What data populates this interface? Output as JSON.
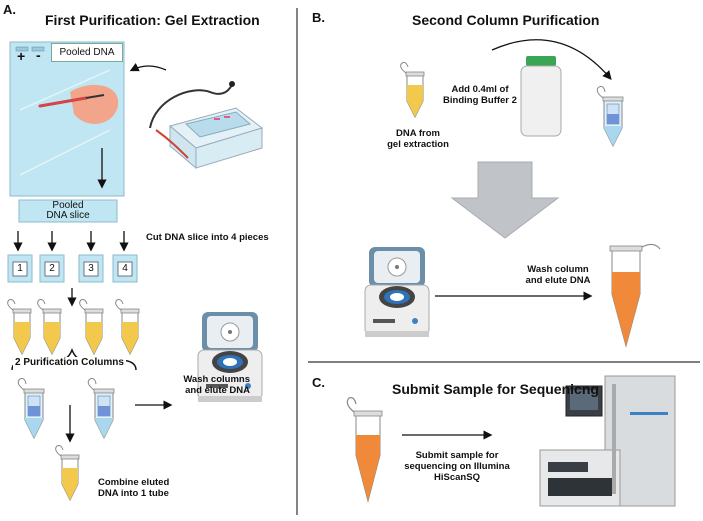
{
  "panels": {
    "a": {
      "letter": "A.",
      "title": "First Purification: Gel Extraction"
    },
    "b": {
      "letter": "B.",
      "title": "Second Column Purification"
    },
    "c": {
      "letter": "C.",
      "title": "Submit Sample for Sequenicng"
    }
  },
  "gel": {
    "pooled_dna": "Pooled DNA",
    "plus": "+",
    "minus": "-"
  },
  "slice": {
    "line1": "Pooled",
    "line2": "DNA slice"
  },
  "cut_label": "Cut DNA slice into 4 pieces",
  "pieces": [
    "1",
    "2",
    "3",
    "4"
  ],
  "columns_label": "2 Purification Columns",
  "wash_a": {
    "line1": "Wash columns",
    "line2": "and elute DNA"
  },
  "combine": {
    "line1": "Combine eluted",
    "line2": "DNA into 1 tube"
  },
  "b_labels": {
    "dna_from": {
      "line1": "DNA from",
      "line2": "gel extraction"
    },
    "add_buffer": {
      "line1": "Add 0.4ml of",
      "line2": "Binding Buffer 2"
    },
    "wash": {
      "line1": "Wash column",
      "line2": "and elute DNA"
    }
  },
  "c_label": {
    "line1": "Submit sample for",
    "line2": "sequencing on Illumina",
    "line3": "HiScanSQ"
  },
  "colors": {
    "gel_blue": "#bfe6f2",
    "tube_yellow": "#f2c94c",
    "tube_orange": "#f08a3a",
    "tube_blue": "#a9d8ee",
    "divider": "#333333"
  }
}
